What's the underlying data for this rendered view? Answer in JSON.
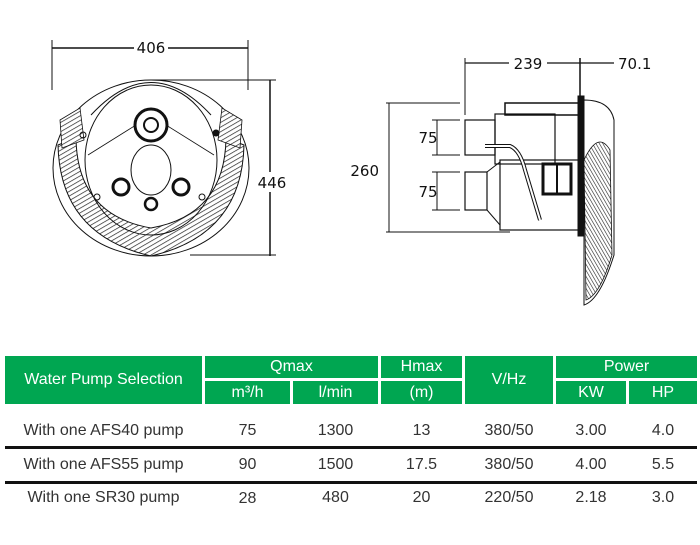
{
  "drawing": {
    "front_width": "406",
    "front_height": "446",
    "side_depth": "239",
    "side_flange": "70.1",
    "side_height": "260",
    "port_upper": "75",
    "port_lower": "75"
  },
  "table": {
    "header": {
      "selection": "Water Pump Selection",
      "qmax": "Qmax",
      "qmax_m3h": "m³/h",
      "qmax_lmin": "l/min",
      "hmax": "Hmax",
      "hmax_unit": "(m)",
      "vhz": "V/Hz",
      "power": "Power",
      "kw": "KW",
      "hp": "HP"
    },
    "rows": [
      {
        "name": "With one AFS40 pump",
        "m3h": "75",
        "lmin": "1300",
        "hmax": "13",
        "vhz": "380/50",
        "kw": "3.00",
        "hp": "4.0"
      },
      {
        "name": "With one AFS55 pump",
        "m3h": "90",
        "lmin": "1500",
        "hmax": "17.5",
        "vhz": "380/50",
        "kw": "4.00",
        "hp": "5.5"
      },
      {
        "name": "With one SR30 pump",
        "m3h": "28",
        "lmin": "480",
        "hmax": "20",
        "vhz": "220/50",
        "kw": "2.18",
        "hp": "3.0"
      }
    ],
    "header_color": "#00a651"
  }
}
